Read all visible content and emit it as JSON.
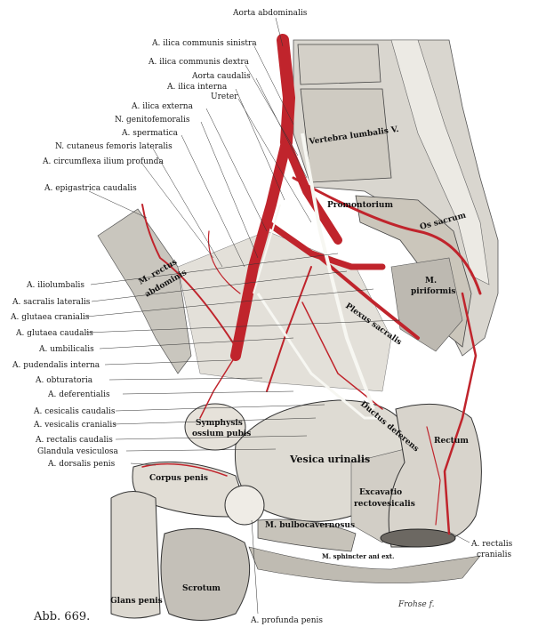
{
  "figure_label": "Abb. 669.",
  "signature": "Frohse f.",
  "labels_top": [
    "Aorta abdominalis",
    "A. ilica communis sinistra",
    "A. ilica communis dextra",
    "Aorta caudalis",
    "A. ilica interna",
    "Ureter",
    "A. ilica externa",
    "N. genitofemoralis",
    "A. spermatica",
    "N. cutaneus femoris lateralis",
    "A. circumflexa ilium profunda",
    "A. epigastrica caudalis"
  ],
  "labels_left": [
    "A. iliolumbalis",
    "A. sacralis lateralis",
    "A. glutaea cranialis",
    "A. glutaea caudalis",
    "A. umbilicalis",
    "A. pudendalis interna",
    "A. obturatoria",
    "A. deferentialis",
    "A. cesicalis caudalis",
    "A. vesicalis cranialis",
    "A. rectalis caudalis",
    "Glandula vesiculosa",
    "A. dorsalis penis"
  ],
  "labels_right": [
    "A. rectalis",
    "cranialis"
  ],
  "label_bottom": "A. profunda penis",
  "organ_labels": {
    "vertebra": "Vertebra lumbalis V.",
    "promontorium": "Promontorium",
    "os_sacrum": "Os sacrum",
    "m_piriformis_1": "M.",
    "m_piriformis_2": "piriformis",
    "m_rectus_1": "M. rectus",
    "m_rectus_2": "abdominis",
    "plexus": "Plexus sacralis",
    "ductus": "Ductus deferens",
    "symphysis_1": "Symphysis",
    "symphysis_2": "ossium pubis",
    "rectum": "Rectum",
    "vesica": "Vesica urinalis",
    "excavatio_1": "Excavatio",
    "excavatio_2": "rectovesicalis",
    "corpus": "Corpus penis",
    "bulbo": "M. bulbocavernosus",
    "sphincter": "M. sphincter ani ext.",
    "scrotum": "Scrotum",
    "glans": "Glans penis"
  }
}
